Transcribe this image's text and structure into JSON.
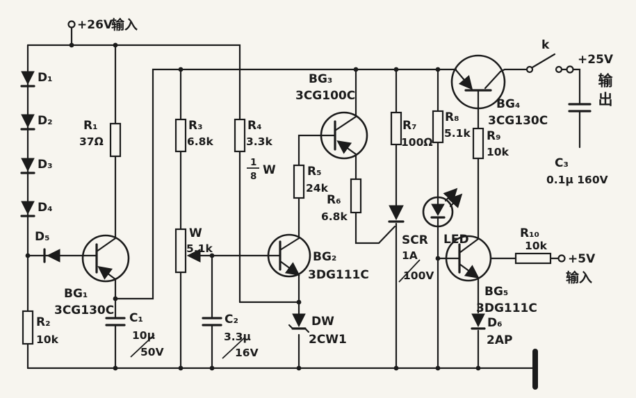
{
  "power": {
    "in26": {
      "v": "+26V",
      "cn": "输入"
    },
    "out25": {
      "v": "+25V",
      "cn": "输出"
    },
    "out5": {
      "v": "+5V",
      "cn": "输入"
    },
    "switch_label": "k"
  },
  "diodes": {
    "d1": "D₁",
    "d2": "D₂",
    "d3": "D₃",
    "d4": "D₄",
    "d5": "D₅",
    "d6": {
      "ref": "D₆",
      "type": "2AP"
    },
    "dw": {
      "ref": "DW",
      "type": "2CW1"
    }
  },
  "resistors": {
    "r1": {
      "ref": "R₁",
      "value": "37Ω"
    },
    "r2": {
      "ref": "R₂",
      "value": "10k"
    },
    "r3": {
      "ref": "R₃",
      "value": "6.8k"
    },
    "r4": {
      "ref": "R₄",
      "value": "3.3k",
      "watt_num": "1",
      "watt_den": "8",
      "watt_unit": "W"
    },
    "r5": {
      "ref": "R₅",
      "value": "24k"
    },
    "r6": {
      "ref": "R₆",
      "value": "6.8k"
    },
    "r7": {
      "ref": "R₇",
      "value": "100Ω"
    },
    "r8": {
      "ref": "R₈",
      "value": "5.1k"
    },
    "r9": {
      "ref": "R₉",
      "value": "10k"
    },
    "r10": {
      "ref": "R₁₀",
      "value": "10k"
    },
    "w": {
      "ref": "W",
      "value": "5.1k"
    }
  },
  "capacitors": {
    "c1": {
      "ref": "C₁",
      "value": "10μ",
      "voltage": "50V"
    },
    "c2": {
      "ref": "C₂",
      "value": "3.3μ",
      "voltage": "16V"
    },
    "c3": {
      "ref": "C₃",
      "value": "0.1μ 160V"
    }
  },
  "transistors": {
    "bg1": {
      "ref": "BG₁",
      "type": "3CG130C"
    },
    "bg2": {
      "ref": "BG₂",
      "type": "3DG111C"
    },
    "bg3": {
      "ref": "BG₃",
      "type": "3CG100C"
    },
    "bg4": {
      "ref": "BG₄",
      "type": "3CG130C"
    },
    "bg5": {
      "ref": "BG₅",
      "type": "3DG111C"
    }
  },
  "thyristor": {
    "ref": "SCR",
    "current": "1A",
    "voltage": "100V"
  },
  "led": {
    "ref": "LED"
  }
}
